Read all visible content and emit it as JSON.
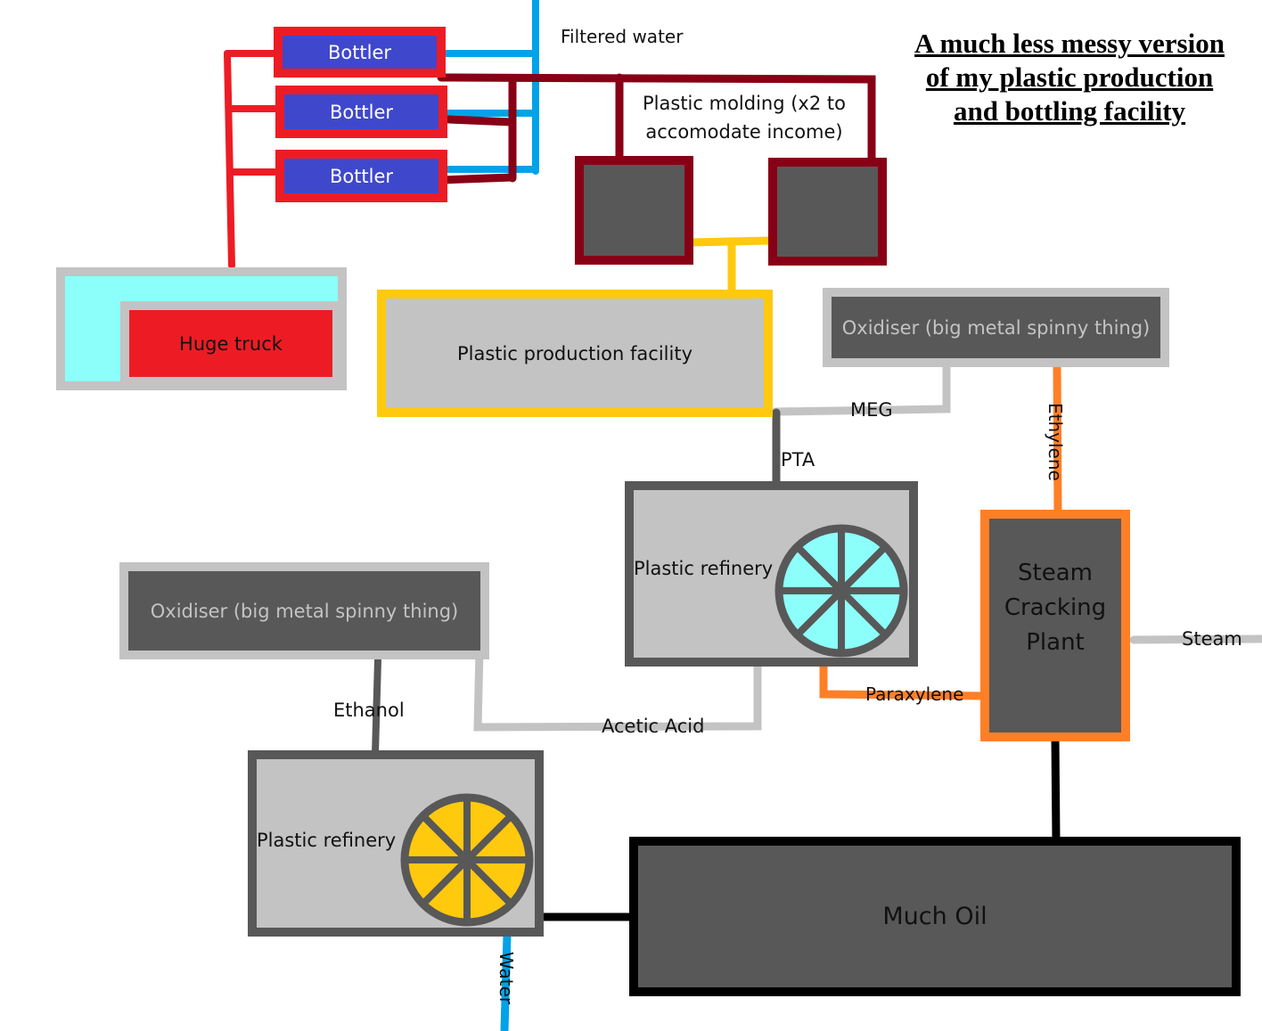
{
  "title": "A much less messy version of my plastic production and bottling facility",
  "colors": {
    "bottler_fill": "#3f48cc",
    "bottler_border": "#ed1c24",
    "water_pipe": "#00a2e8",
    "molding_border": "#880015",
    "production_border": "#ffc90e",
    "dark_fill": "#585858",
    "light_fill": "#c3c3c3",
    "steam_border": "#ff7f27",
    "oil_border": "#000000",
    "truck_cargo": "#8cfffa",
    "truck_cab": "#ed1c24",
    "refinery_wheel_top": "#8cfffa",
    "refinery_wheel_bottom": "#ffc90e"
  },
  "nodes": {
    "bottlers": [
      {
        "label": "Bottler"
      },
      {
        "label": "Bottler"
      },
      {
        "label": "Bottler"
      }
    ],
    "molding_label": "Plastic molding (x2 to accomodate income)",
    "molding_units": 2,
    "truck": "Huge truck",
    "production": "Plastic production facility",
    "oxidiser_top": "Oxidiser (big metal spinny thing)",
    "oxidiser_left": "Oxidiser (big metal spinny thing)",
    "refinery_top": "Plastic refinery",
    "refinery_bottom": "Plastic refinery",
    "steam_plant": "Steam Cracking Plant",
    "oil": "Much Oil"
  },
  "flows": {
    "filtered_water": "Filtered water",
    "meg": "MEG",
    "pta": "PTA",
    "ethylene": "Ethylene",
    "paraxylene": "Paraxylene",
    "steam": "Steam",
    "ethanol": "Ethanol",
    "acetic_acid": "Acetic Acid",
    "water": "Water"
  }
}
